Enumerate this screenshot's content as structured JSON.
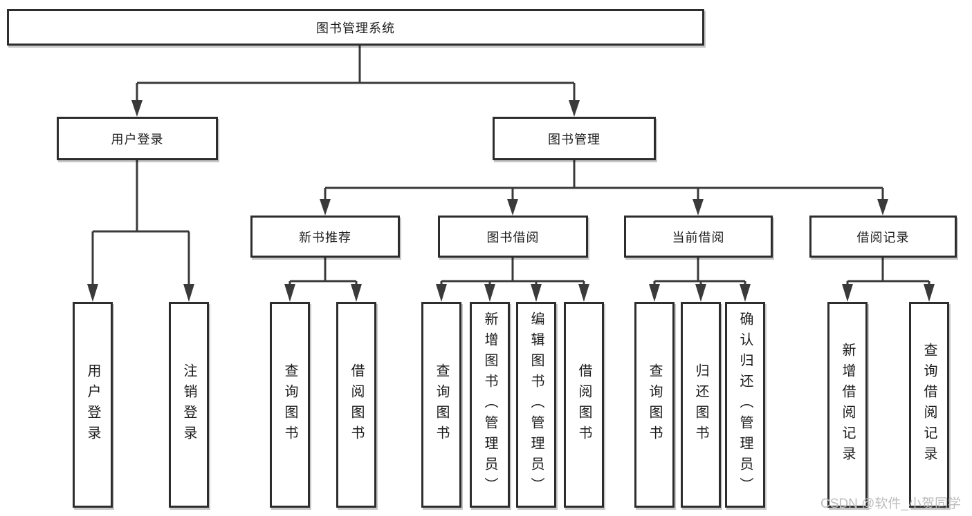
{
  "diagram": {
    "root": {
      "label": "图书管理系统"
    },
    "branches": [
      {
        "label": "用户登录",
        "children": [
          {
            "label": "用户登录"
          },
          {
            "label": "注销登录"
          }
        ]
      },
      {
        "label": "图书管理",
        "children": [
          {
            "label": "新书推荐",
            "children": [
              {
                "label": "查询图书"
              },
              {
                "label": "借阅图书"
              }
            ]
          },
          {
            "label": "图书借阅",
            "children": [
              {
                "label": "查询图书"
              },
              {
                "label": "新增图书（管理员）"
              },
              {
                "label": "编辑图书（管理员）"
              },
              {
                "label": "借阅图书"
              }
            ]
          },
          {
            "label": "当前借阅",
            "children": [
              {
                "label": "查询图书"
              },
              {
                "label": "归还图书"
              },
              {
                "label": "确认归还（管理员）"
              }
            ]
          },
          {
            "label": "借阅记录",
            "children": [
              {
                "label": "新增借阅记录"
              },
              {
                "label": "查询借阅记录"
              }
            ]
          }
        ]
      }
    ]
  },
  "watermark": {
    "text": "CSDN @软件_小贺同学"
  },
  "colors": {
    "line": "#3a3a3a",
    "box_border": "#2d2d2d",
    "text": "#1c1c1c",
    "watermark_text": "#bcbcbc",
    "background": "#ffffff"
  }
}
